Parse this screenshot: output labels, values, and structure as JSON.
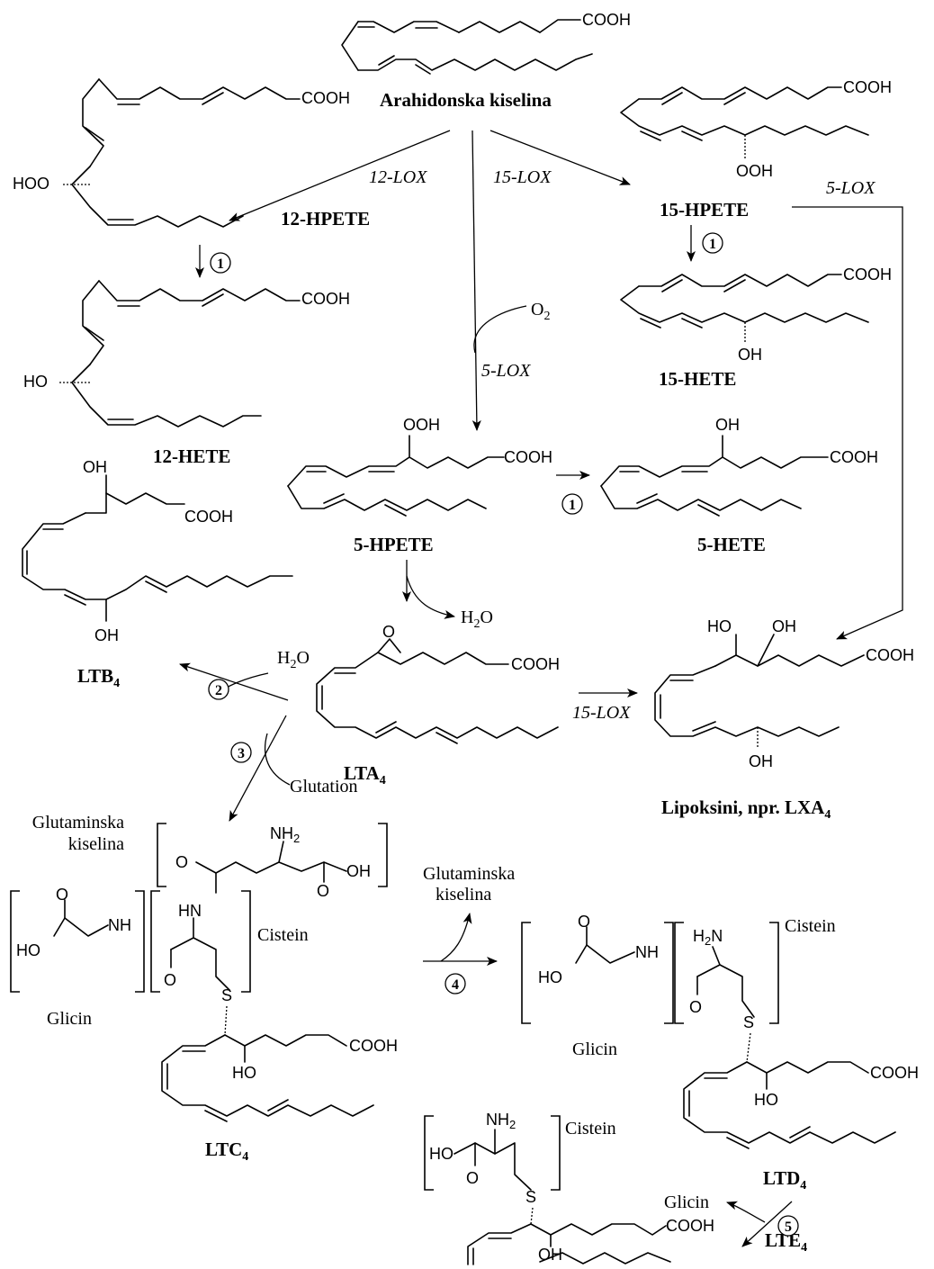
{
  "compounds": {
    "arachidonic": "Arahidonska kiselina",
    "hpete12": "12-HPETE",
    "hete12": "12-HETE",
    "hpete15": "15-HPETE",
    "hete15": "15-HETE",
    "hpete5": "5-HPETE",
    "hete5": "5-HETE",
    "ltb4": "LTB",
    "lta4": "LTA",
    "ltc4": "LTC",
    "ltd4": "LTD",
    "lte4": "LTE",
    "lipoxins": "Lipoksini, npr. LXA",
    "sub4": "4"
  },
  "enzymes": {
    "lox12": "12-LOX",
    "lox15": "15-LOX",
    "lox5": "5-LOX"
  },
  "reagents": {
    "o2": "O",
    "o2_sub": "2",
    "h2o": "H",
    "h2o_sub": "2",
    "h2o_o": "O",
    "glutathione": "Glutation",
    "glutamic_1": "Glutaminska",
    "glutamic_2": "kiselina",
    "glycine": "Glicin",
    "cysteine": "Cistein"
  },
  "groups": {
    "cooh": "COOH",
    "hoo": "HOO",
    "ooh": "OOH",
    "ho": "HO",
    "oh": "OH",
    "o": "O",
    "nh": "NH",
    "hn": "HN",
    "nh2": "NH",
    "nh2_sub": "2",
    "h2n": "H",
    "h2n_n": "N",
    "s": "S"
  },
  "steps": [
    "1",
    "2",
    "3",
    "4",
    "5"
  ]
}
